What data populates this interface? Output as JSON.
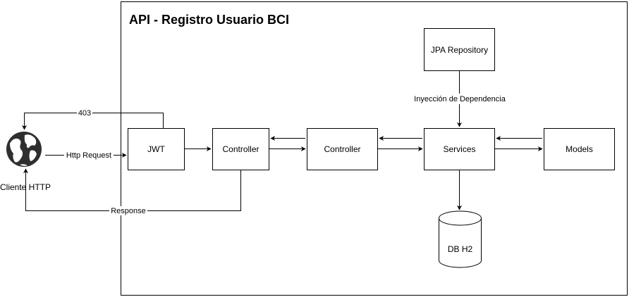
{
  "title": "API - Registro Usuario BCI",
  "client": {
    "label": "Cliente HTTP",
    "icon": "globe-icon"
  },
  "nodes": {
    "jwt": "JWT",
    "controller_1": "Controller",
    "controller_2": "Controller",
    "services": "Services",
    "models": "Models",
    "jpa_repository": "JPA Repository",
    "db": "DB H2"
  },
  "edges": {
    "forbidden": "403",
    "request": "Http Request",
    "response": "Response",
    "injection": "Inyección de Dependencia"
  }
}
